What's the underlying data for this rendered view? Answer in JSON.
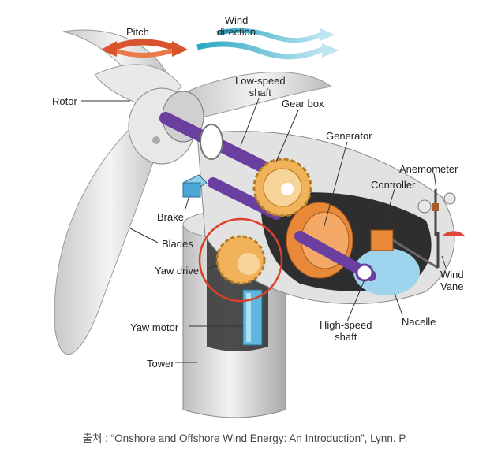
{
  "labels": {
    "pitch": "Pitch",
    "wind_direction": "Wind\ndirection",
    "low_speed_shaft": "Low-speed\nshaft",
    "gear_box": "Gear box",
    "rotor": "Rotor",
    "generator": "Generator",
    "anemometer": "Anemometer",
    "controller": "Controller",
    "brake": "Brake",
    "blades": "Blades",
    "yaw_drive": "Yaw drive",
    "wind_vane": "Wind\nVane",
    "yaw_motor": "Yaw motor",
    "high_speed_shaft": "High-speed\nshaft",
    "nacelle": "Nacelle",
    "tower": "Tower"
  },
  "caption": "출처 : “Onshore and Offshore Wind Energy: An Introduction”, Lynn. P.",
  "colors": {
    "pitch_arrow": "#d9532c",
    "wind_arrow": "#2aa6c4",
    "shaft": "#6b3fa0",
    "gear": "#f0b35a",
    "generator": "#e8893a",
    "brake": "#4aa7d8",
    "yaw_highlight": "#d9412b",
    "body_grey": "#d8d8d8",
    "dark": "#3a3a3a"
  }
}
